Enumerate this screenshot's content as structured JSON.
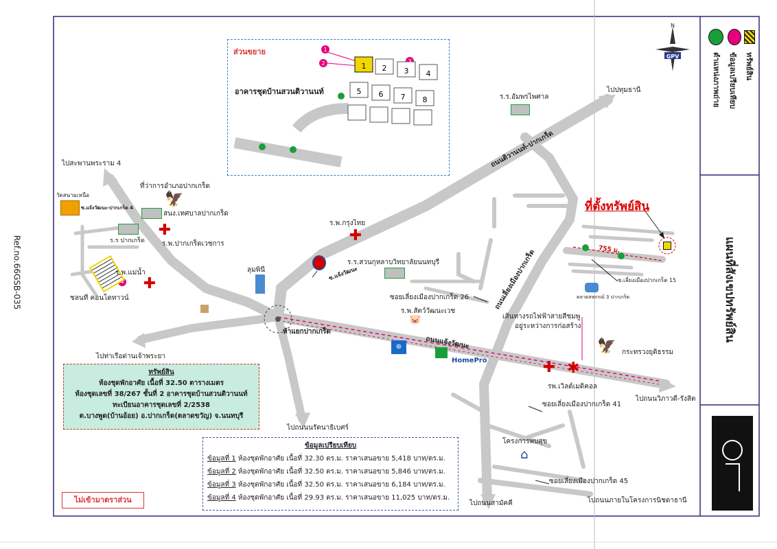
{
  "ref": "Ref.no.66GSB-035",
  "side_title": "แผนที่สังเขปทรัพย์สิน",
  "legend": {
    "asset": "ทรัพย์สิน",
    "comparables": "ข้อมูลเปรียบเทียบ",
    "position": "ตำแหน่งภาพถ่าย"
  },
  "compass": {
    "n": "N",
    "brand": "GPV"
  },
  "enlarged": {
    "title": "ส่วนขยาย",
    "building": "อาคารชุดบ้านสวนติวานนท์",
    "units": [
      "1",
      "2",
      "3",
      "4",
      "5",
      "6",
      "7",
      "8"
    ],
    "markers": [
      "1",
      "2",
      "3"
    ]
  },
  "site_label": "ที่ตั้งทรัพย์สิน",
  "places": {
    "to_pathum": "ไปปทุมธานี",
    "ampornphaisan": "ร.ร.อัมพรไพศาล",
    "to_rama4": "ไปสะพานพระราม 4",
    "district_office": "ที่ว่าการอำเภอปากเกร็ด",
    "wat_sanam_nuea": "วัดสนามเหนือ",
    "soi_chaeng4": "ซ.แจ้งวัฒนะ-ปากเกร็ด 4",
    "municipality": "สนง.เทศบาลปากเกร็ด",
    "school_pakkret": "ร.ร ปากเกร็ด",
    "hosp_pakkret": "ร.พ.ปากเกร็ดเวชการ",
    "hosp_krungthai": "ร.พ.กรุงไทย",
    "school_suankularb": "ร.ร.สวนกุหลาบวิทยาลัยนนทบุรี",
    "soi_chaeng": "ซ.แจ้งวัฒนะ",
    "hosp_maenam": "ร.พ.แม่น้ำ",
    "lumpini": "ลุมพินี",
    "chonlanee": "ชลนที คอนโดทาวน์",
    "chonlanee_marker": "4",
    "road_tiwanon": "ถนนติวานนท์-ปากเกร็ด",
    "road_muang_pakkret": "ถนนเลี่ยงเมืองปากเกร็ด",
    "road_chaengwattana": "ถนนแจ้งวัฒนะ",
    "soi26": "ซอยเลี่ยงเมืองปากเกร็ด 26",
    "vet_hosp": "ร.พ.สัตว์วัฒนะเวช",
    "intersection": "ห้าแยกปากเกร็ด",
    "to_ferry": "ไปท่าเรือด่านเจ้าพระยา",
    "skytrain": "เส้นทางรถไฟฟ้าสายสีชมพู",
    "skytrain2": "อยู่ระหว่างการก่อสร้าง",
    "market": "ตลาดสหกรณ์ 3 ปากเกร็ด",
    "soi15": "ซ.เลี่ยงเมืองปากเกร็ด 15",
    "distance": "755 ม.",
    "justice": "กระทรวงยุติธรรม",
    "to_vibhavadi": "ไปถนนวิภาวดี-รังสิต",
    "world_medical": "รพ.เวิลด์เมดิคอล",
    "soi41": "ซอยเลี่ยงเมืองปากเกร็ด 41",
    "to_nara": "ไปถนนนรัตนาธิเบศร์",
    "phobsuk": "โครงการพบสุข",
    "soi45": "ซอยเลี่ยงเมืองปากเกร็ด 45",
    "to_samakkhi": "ไปถนนสามัคคี",
    "to_nichada": "ไปถนนภายในโครงการนิชดาธานี",
    "homepro": "HomePro"
  },
  "asset_box": {
    "title": "ทรัพย์สิน",
    "line1": "ห้องชุดพักอาศัย เนื้อที่ 32.50 ตารางเมตร",
    "line2": "ห้องชุดเลขที่ 38/267 ชั้นที่ 2 อาคารชุดบ้านสวนติวานนท์",
    "line3": "ทะเบียนอาคารชุดเลขที่ 2/2538",
    "line4": "ต.บางพูด(บ้านอ้อย) อ.ปากเกร็ด(ตลาดขวัญ) จ.นนทบุรี"
  },
  "comparables": {
    "title": "ข้อมูลเปรียบเทียบ",
    "rows": [
      {
        "k": "ข้อมูลที่ 1",
        "v": " ห้องชุดพักอาศัย เนื้อที่ 32.30 ตร.ม. ราคาเสนอขาย 5,418 บาท/ตร.ม."
      },
      {
        "k": "ข้อมูลที่ 2",
        "v": " ห้องชุดพักอาศัย เนื้อที่ 32.50 ตร.ม. ราคาเสนอขาย 5,846 บาท/ตร.ม."
      },
      {
        "k": "ข้อมูลที่ 3",
        "v": " ห้องชุดพักอาศัย เนื้อที่ 32.50 ตร.ม. ราคาเสนอขาย 6,184 บาท/ตร.ม."
      },
      {
        "k": "ข้อมูลที่ 4",
        "v": " ห้องชุดพักอาศัย เนื้อที่ 29.93 ตร.ม. ราคาเสนอขาย 11,025 บาท/ตร.ม."
      }
    ]
  },
  "not_to_scale": "ไม่เข้ามาตราส่วน",
  "colors": {
    "road": "#c8c8c8",
    "frame": "#2a2a7a",
    "red": "#d40000",
    "pink": "#e6007e",
    "green": "#1a9e3a"
  }
}
